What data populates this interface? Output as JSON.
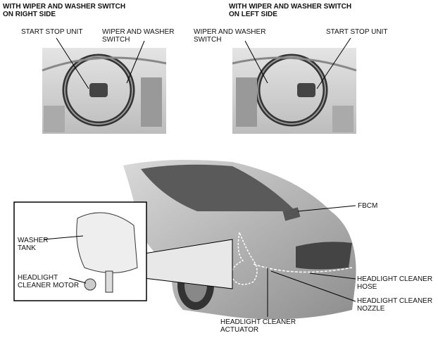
{
  "left_panel": {
    "heading_1": "WITH WIPER AND WASHER SWITCH",
    "heading_2": "ON RIGHT SIDE",
    "start_stop": "START STOP UNIT",
    "wiper_1": "WIPER AND WASHER",
    "wiper_2": "SWITCH"
  },
  "right_panel": {
    "heading_1": "WITH WIPER AND WASHER SWITCH",
    "heading_2": "ON LEFT SIDE",
    "start_stop": "START STOP UNIT",
    "wiper_1": "WIPER AND WASHER",
    "wiper_2": "SWITCH"
  },
  "vehicle": {
    "fbcm": "FBCM",
    "washer_tank_1": "WASHER",
    "washer_tank_2": "TANK",
    "motor_1": "HEADLIGHT",
    "motor_2": "CLEANER MOTOR",
    "hose_1": "HEADLIGHT CLEANER",
    "hose_2": "HOSE",
    "nozzle_1": "HEADLIGHT CLEANER",
    "nozzle_2": "NOZZLE",
    "actuator_1": "HEADLIGHT CLEANER",
    "actuator_2": "ACTUATOR"
  }
}
